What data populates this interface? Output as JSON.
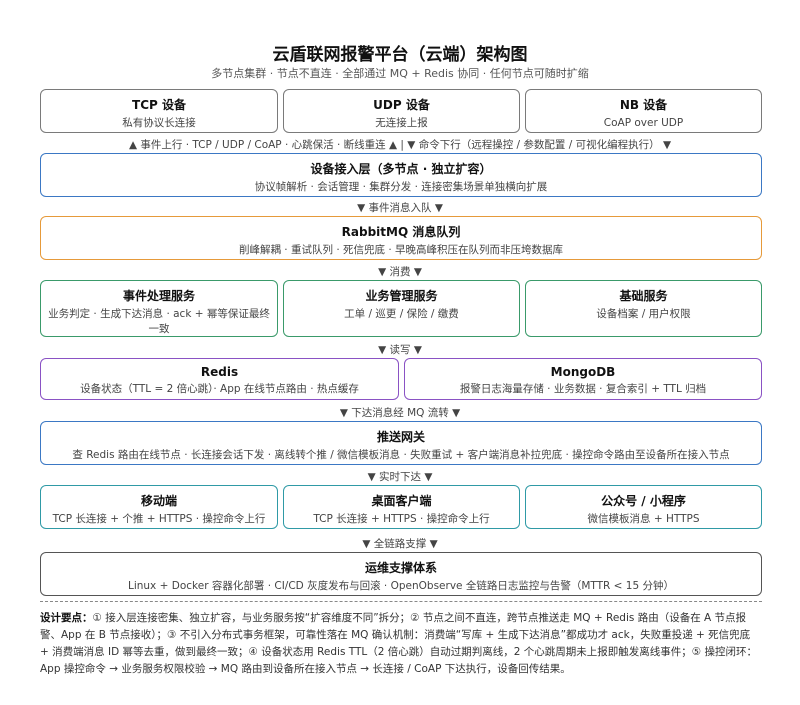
{
  "title": "云盾联网报警平台（云端）架构图",
  "subtitle": "多节点集群 · 节点不直连 · 全部通过 MQ + Redis 协同 · 任何节点可随时扩缩",
  "devices": [
    {
      "title": "TCP 设备",
      "desc": "私有协议长连接"
    },
    {
      "title": "UDP 设备",
      "desc": "无连接上报"
    },
    {
      "title": "NB 设备",
      "desc": "CoAP over UDP"
    }
  ],
  "arrows": {
    "a1": "▲  事件上行 · TCP / UDP / CoAP · 心跳保活 · 断线重连  ▲  |  ▼  命令下行（远程操控 / 参数配置 / 可视化编程执行）  ▼",
    "a2": "▼  事件消息入队  ▼",
    "a3": "▼  消费  ▼",
    "a4": "▼  读写  ▼",
    "a5": "▼  下达消息经 MQ 流转  ▼",
    "a6": "▼  实时下达  ▼",
    "a7": "▼  全链路支撑  ▼"
  },
  "access": {
    "title": "设备接入层（多节点 · 独立扩容）",
    "desc": "协议帧解析 · 会话管理 · 集群分发 · 连接密集场景单独横向扩展"
  },
  "mq": {
    "title": "RabbitMQ 消息队列",
    "desc": "削峰解耦 · 重试队列 · 死信兜底 · 早晚高峰积压在队列而非压垮数据库"
  },
  "services": [
    {
      "title": "事件处理服务",
      "desc": "业务判定 · 生成下达消息 · ack + 幂等保证最终一致"
    },
    {
      "title": "业务管理服务",
      "desc": "工单 / 巡更 / 保险 / 缴费"
    },
    {
      "title": "基础服务",
      "desc": "设备档案 / 用户权限"
    }
  ],
  "stores": [
    {
      "title": "Redis",
      "desc": "设备状态（TTL = 2 倍心跳）· App 在线节点路由 · 热点缓存"
    },
    {
      "title": "MongoDB",
      "desc": "报警日志海量存储 · 业务数据 · 复合索引 + TTL 归档"
    }
  ],
  "gateway": {
    "title": "推送网关",
    "desc": "查 Redis 路由在线节点 · 长连接会话下发 · 离线转个推 / 微信模板消息 · 失败重试 + 客户端消息补拉兜底 · 操控命令路由至设备所在接入节点"
  },
  "clients": [
    {
      "title": "移动端",
      "desc": "TCP 长连接 + 个推 + HTTPS · 操控命令上行"
    },
    {
      "title": "桌面客户端",
      "desc": "TCP 长连接 + HTTPS · 操控命令上行"
    },
    {
      "title": "公众号 / 小程序",
      "desc": "微信模板消息 + HTTPS"
    }
  ],
  "ops": {
    "title": "运维支撑体系",
    "desc": "Linux + Docker 容器化部署 · CI/CD 灰度发布与回滚 · OpenObserve 全链路日志监控与告警（MTTR < 15 分钟）"
  },
  "notes": {
    "label": "设计要点：",
    "text": "① 接入层连接密集、独立扩容，与业务服务按“扩容维度不同”拆分；② 节点之间不直连，跨节点推送走 MQ + Redis 路由（设备在 A 节点报警、App 在 B 节点接收）；③ 不引入分布式事务框架，可靠性落在 MQ 确认机制：消费端“写库 + 生成下达消息”都成功才 ack，失败重投递 + 死信兜底 + 消费端消息 ID 幂等去重，做到最终一致；④ 设备状态用 Redis TTL（2 倍心跳）自动过期判离线，2 个心跳周期未上报即触发离线事件；⑤ 操控闭环：App 操控命令 → 业务服务权限校验 → MQ 路由到设备所在接入节点 → 长连接 / CoAP 下达执行，设备回传结果。"
  }
}
